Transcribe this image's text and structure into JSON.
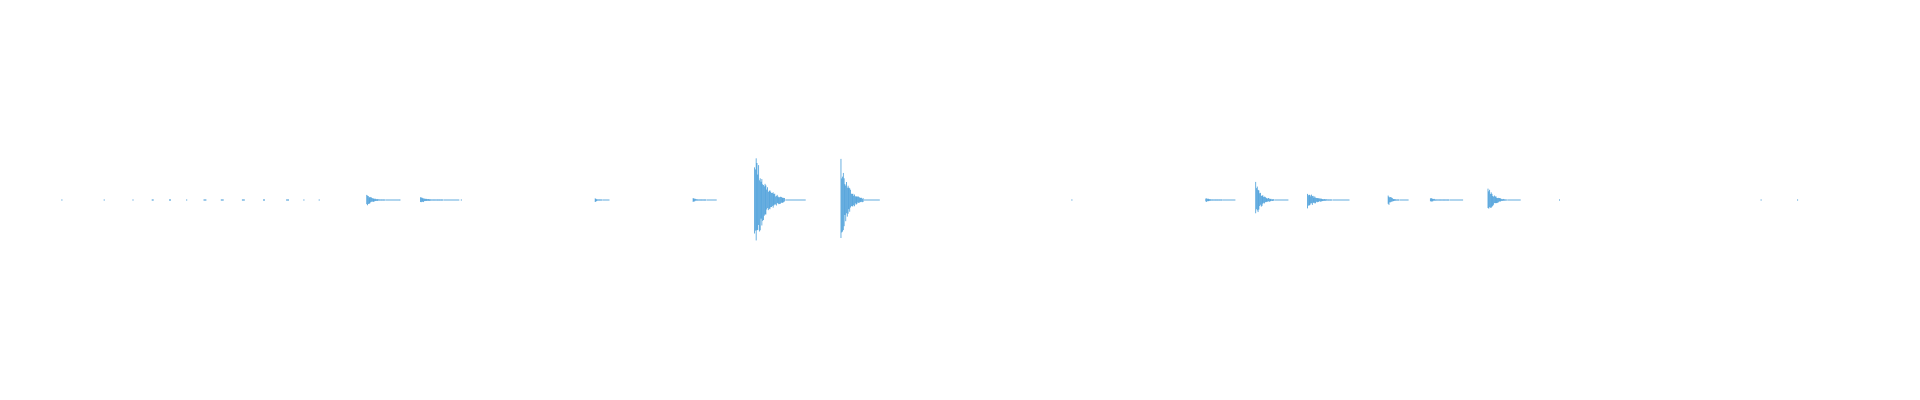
{
  "waveform": {
    "color": "#5aa7dd",
    "background": "#ffffff",
    "baseline": "center",
    "events": [
      {
        "time": 0.032,
        "amp": 0.005,
        "decay": 0.0
      },
      {
        "time": 0.054,
        "amp": 0.005,
        "decay": 0.0
      },
      {
        "time": 0.069,
        "amp": 0.005,
        "decay": 0.0
      },
      {
        "time": 0.079,
        "amp": 0.006,
        "decay": 0.001
      },
      {
        "time": 0.088,
        "amp": 0.006,
        "decay": 0.001
      },
      {
        "time": 0.097,
        "amp": 0.005,
        "decay": 0.0
      },
      {
        "time": 0.106,
        "amp": 0.005,
        "decay": 0.002
      },
      {
        "time": 0.115,
        "amp": 0.006,
        "decay": 0.002
      },
      {
        "time": 0.126,
        "amp": 0.005,
        "decay": 0.002
      },
      {
        "time": 0.137,
        "amp": 0.005,
        "decay": 0.001
      },
      {
        "time": 0.149,
        "amp": 0.005,
        "decay": 0.002
      },
      {
        "time": 0.158,
        "amp": 0.005,
        "decay": 0.0
      },
      {
        "time": 0.166,
        "amp": 0.005,
        "decay": 0.0
      },
      {
        "time": 0.191,
        "amp": 0.11,
        "decay": 0.01
      },
      {
        "time": 0.208,
        "amp": 0.005,
        "decay": 0.0
      },
      {
        "time": 0.219,
        "amp": 0.06,
        "decay": 0.012
      },
      {
        "time": 0.24,
        "amp": 0.005,
        "decay": 0.0
      },
      {
        "time": 0.31,
        "amp": 0.04,
        "decay": 0.004
      },
      {
        "time": 0.361,
        "amp": 0.04,
        "decay": 0.007
      },
      {
        "time": 0.393,
        "amp": 1.0,
        "decay": 0.016
      },
      {
        "time": 0.438,
        "amp": 0.78,
        "decay": 0.012
      },
      {
        "time": 0.558,
        "amp": 0.005,
        "decay": 0.0
      },
      {
        "time": 0.628,
        "amp": 0.04,
        "decay": 0.009
      },
      {
        "time": 0.654,
        "amp": 0.33,
        "decay": 0.01
      },
      {
        "time": 0.681,
        "amp": 0.17,
        "decay": 0.013
      },
      {
        "time": 0.723,
        "amp": 0.12,
        "decay": 0.006
      },
      {
        "time": 0.745,
        "amp": 0.04,
        "decay": 0.01
      },
      {
        "time": 0.775,
        "amp": 0.26,
        "decay": 0.01
      },
      {
        "time": 0.812,
        "amp": 0.005,
        "decay": 0.0
      },
      {
        "time": 0.917,
        "amp": 0.005,
        "decay": 0.0
      },
      {
        "time": 0.936,
        "amp": 0.005,
        "decay": 0.0
      }
    ]
  }
}
